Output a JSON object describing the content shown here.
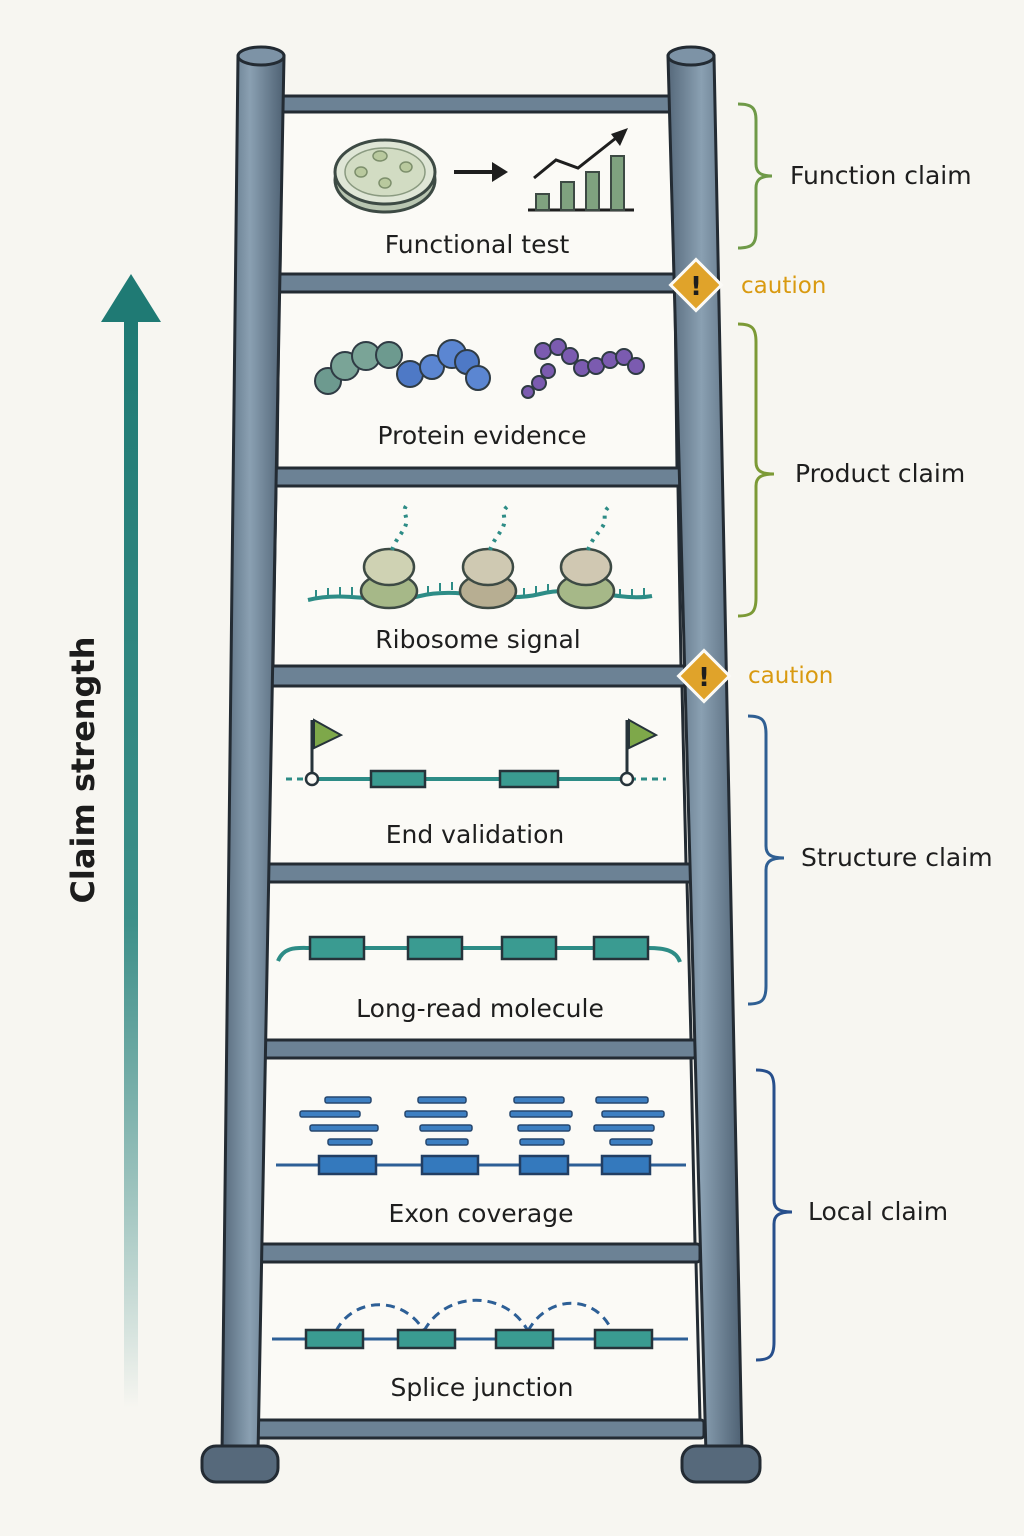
{
  "axis": {
    "label": "Claim strength"
  },
  "rungs": [
    {
      "label": "Functional test",
      "icon": "functional-test-icon"
    },
    {
      "label": "Protein evidence",
      "icon": "protein-chains-icon"
    },
    {
      "label": "Ribosome signal",
      "icon": "ribosome-icon"
    },
    {
      "label": "End validation",
      "icon": "end-flags-icon"
    },
    {
      "label": "Long-read molecule",
      "icon": "long-read-icon"
    },
    {
      "label": "Exon coverage",
      "icon": "exon-coverage-icon"
    },
    {
      "label": "Splice junction",
      "icon": "splice-junction-icon"
    }
  ],
  "claims": [
    {
      "label": "Function claim",
      "color": "#6f9a48"
    },
    {
      "label": "Product claim",
      "color": "#7c9a36"
    },
    {
      "label": "Structure claim",
      "color": "#2f5f93"
    },
    {
      "label": "Local claim",
      "color": "#274f8c"
    }
  ],
  "cautions": [
    {
      "label": "caution",
      "symbol": "!",
      "color": "#e0a32a"
    },
    {
      "label": "caution",
      "symbol": "!",
      "color": "#e0a32a"
    }
  ],
  "colors": {
    "rail": "#6c8295",
    "rail_outline": "#232b33",
    "panel": "#fbfaf6",
    "teal": "#2d8c86",
    "arrow": "#1f7a74"
  }
}
